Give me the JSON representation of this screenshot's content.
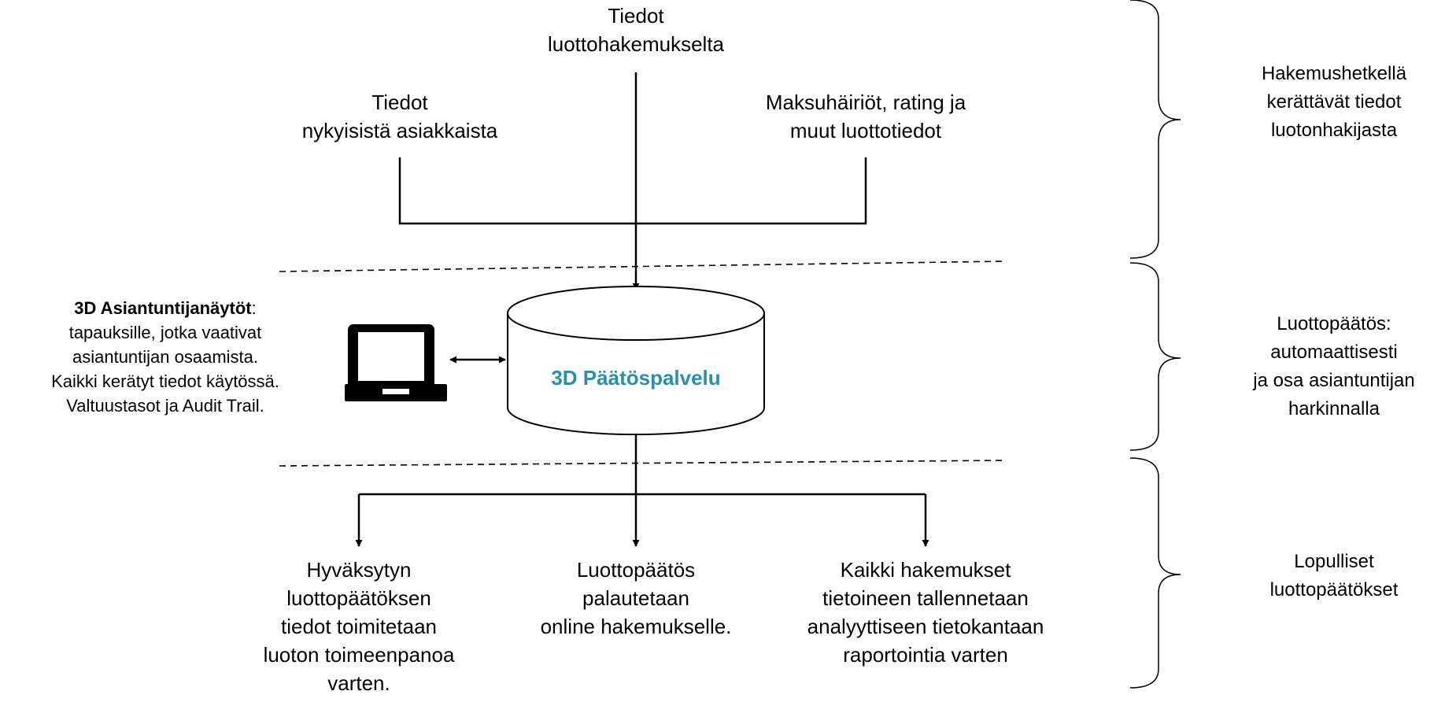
{
  "inputs": {
    "application": [
      "Tiedot",
      "luottohakemukselta"
    ],
    "customers": [
      "Tiedot",
      "nykyisistä asiakkaista"
    ],
    "credit": [
      "Maksuhäiriöt, rating ja",
      "muut luottotiedot"
    ]
  },
  "expert": {
    "title": "3D Asiantuntijanäytöt",
    "colon": ":",
    "lines": [
      "tapauksille, jotka vaativat",
      "asiantuntijan osaamista.",
      "Kaikki kerätyt tiedot käytössä.",
      "Valtuustasot ja Audit Trail."
    ]
  },
  "service": {
    "label": "3D Päätöspalvelu",
    "color": "#2A8FAF"
  },
  "outputs": {
    "approved": [
      "Hyväksytyn",
      "luottopäätöksen",
      "tiedot toimitetaan",
      "luoton toimeenpanoa",
      "varten."
    ],
    "online": [
      "Luottopäätös",
      "palautetaan",
      "online hakemukselle."
    ],
    "database": [
      "Kaikki hakemukset",
      "tietoineen tallennetaan",
      "analyyttiseen tietokantaan",
      "raportointia varten"
    ]
  },
  "phases": {
    "collect": [
      "Hakemushetkellä",
      "kerättävät tiedot",
      "luotonhakijasta"
    ],
    "decision": [
      "Luottopäätös:",
      "automaattisesti",
      "ja osa asiantuntijan",
      "harkinnalla"
    ],
    "final": [
      "Lopulliset",
      "luottopäätökset"
    ]
  }
}
